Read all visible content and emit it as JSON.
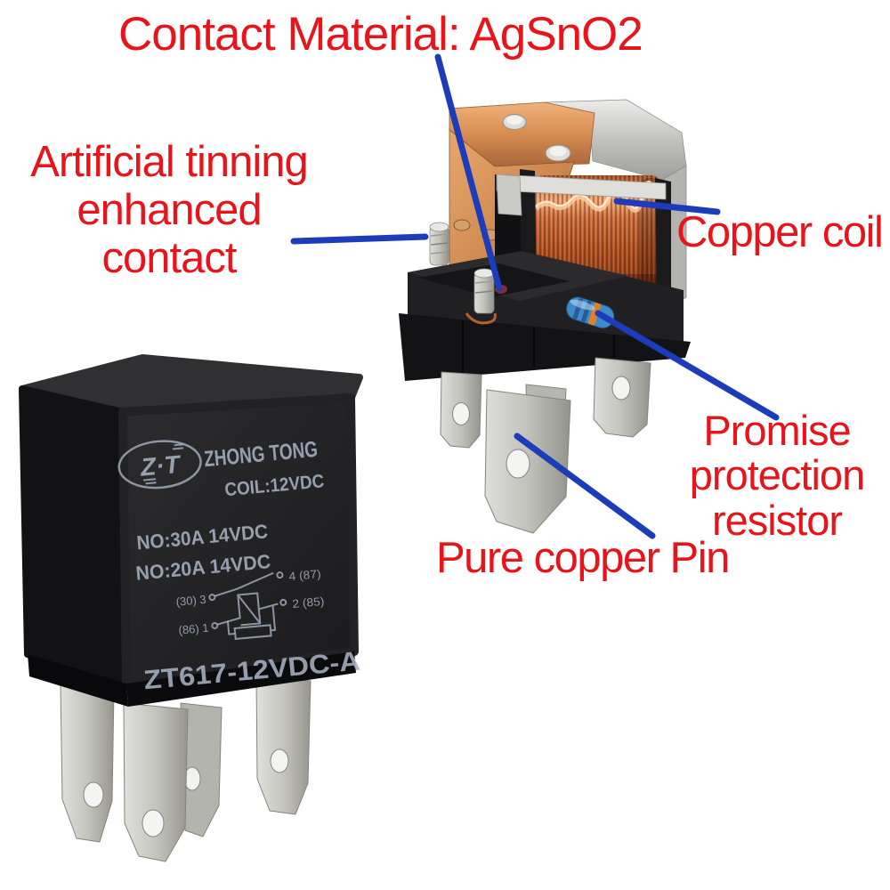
{
  "colors": {
    "annotation_red": "#e8141b",
    "annotation_blue": "#1d3cba",
    "relay_label_gray": "#a7b1c2",
    "copper": "#c9703f",
    "steel": "#c6c6c2"
  },
  "annotations": {
    "contact_material": {
      "text": "Contact Material: AgSnO2"
    },
    "artificial_tinning": {
      "line1": "Artificial tinning",
      "line2": "enhanced contact"
    },
    "copper_coil": {
      "text": "Copper coil"
    },
    "protection_resistor": {
      "line1": "Promise",
      "line2": "protection",
      "line3": "resistor"
    },
    "pure_copper_pin": {
      "text": "Pure copper Pin"
    }
  },
  "relay_label": {
    "logo_text": "Z·T",
    "brand": "ZHONG TONG",
    "coil_spec": "COIL:12VDC",
    "rating_line1": "NO:30A 14VDC",
    "rating_line2": "NO:20A 14VDC",
    "model": "ZT617-12VDC-A",
    "schematic_pins": {
      "pin3": "(30) 3",
      "pin4": "4 (87)",
      "pin1": "(86) 1",
      "pin2": "2 (85)"
    }
  }
}
